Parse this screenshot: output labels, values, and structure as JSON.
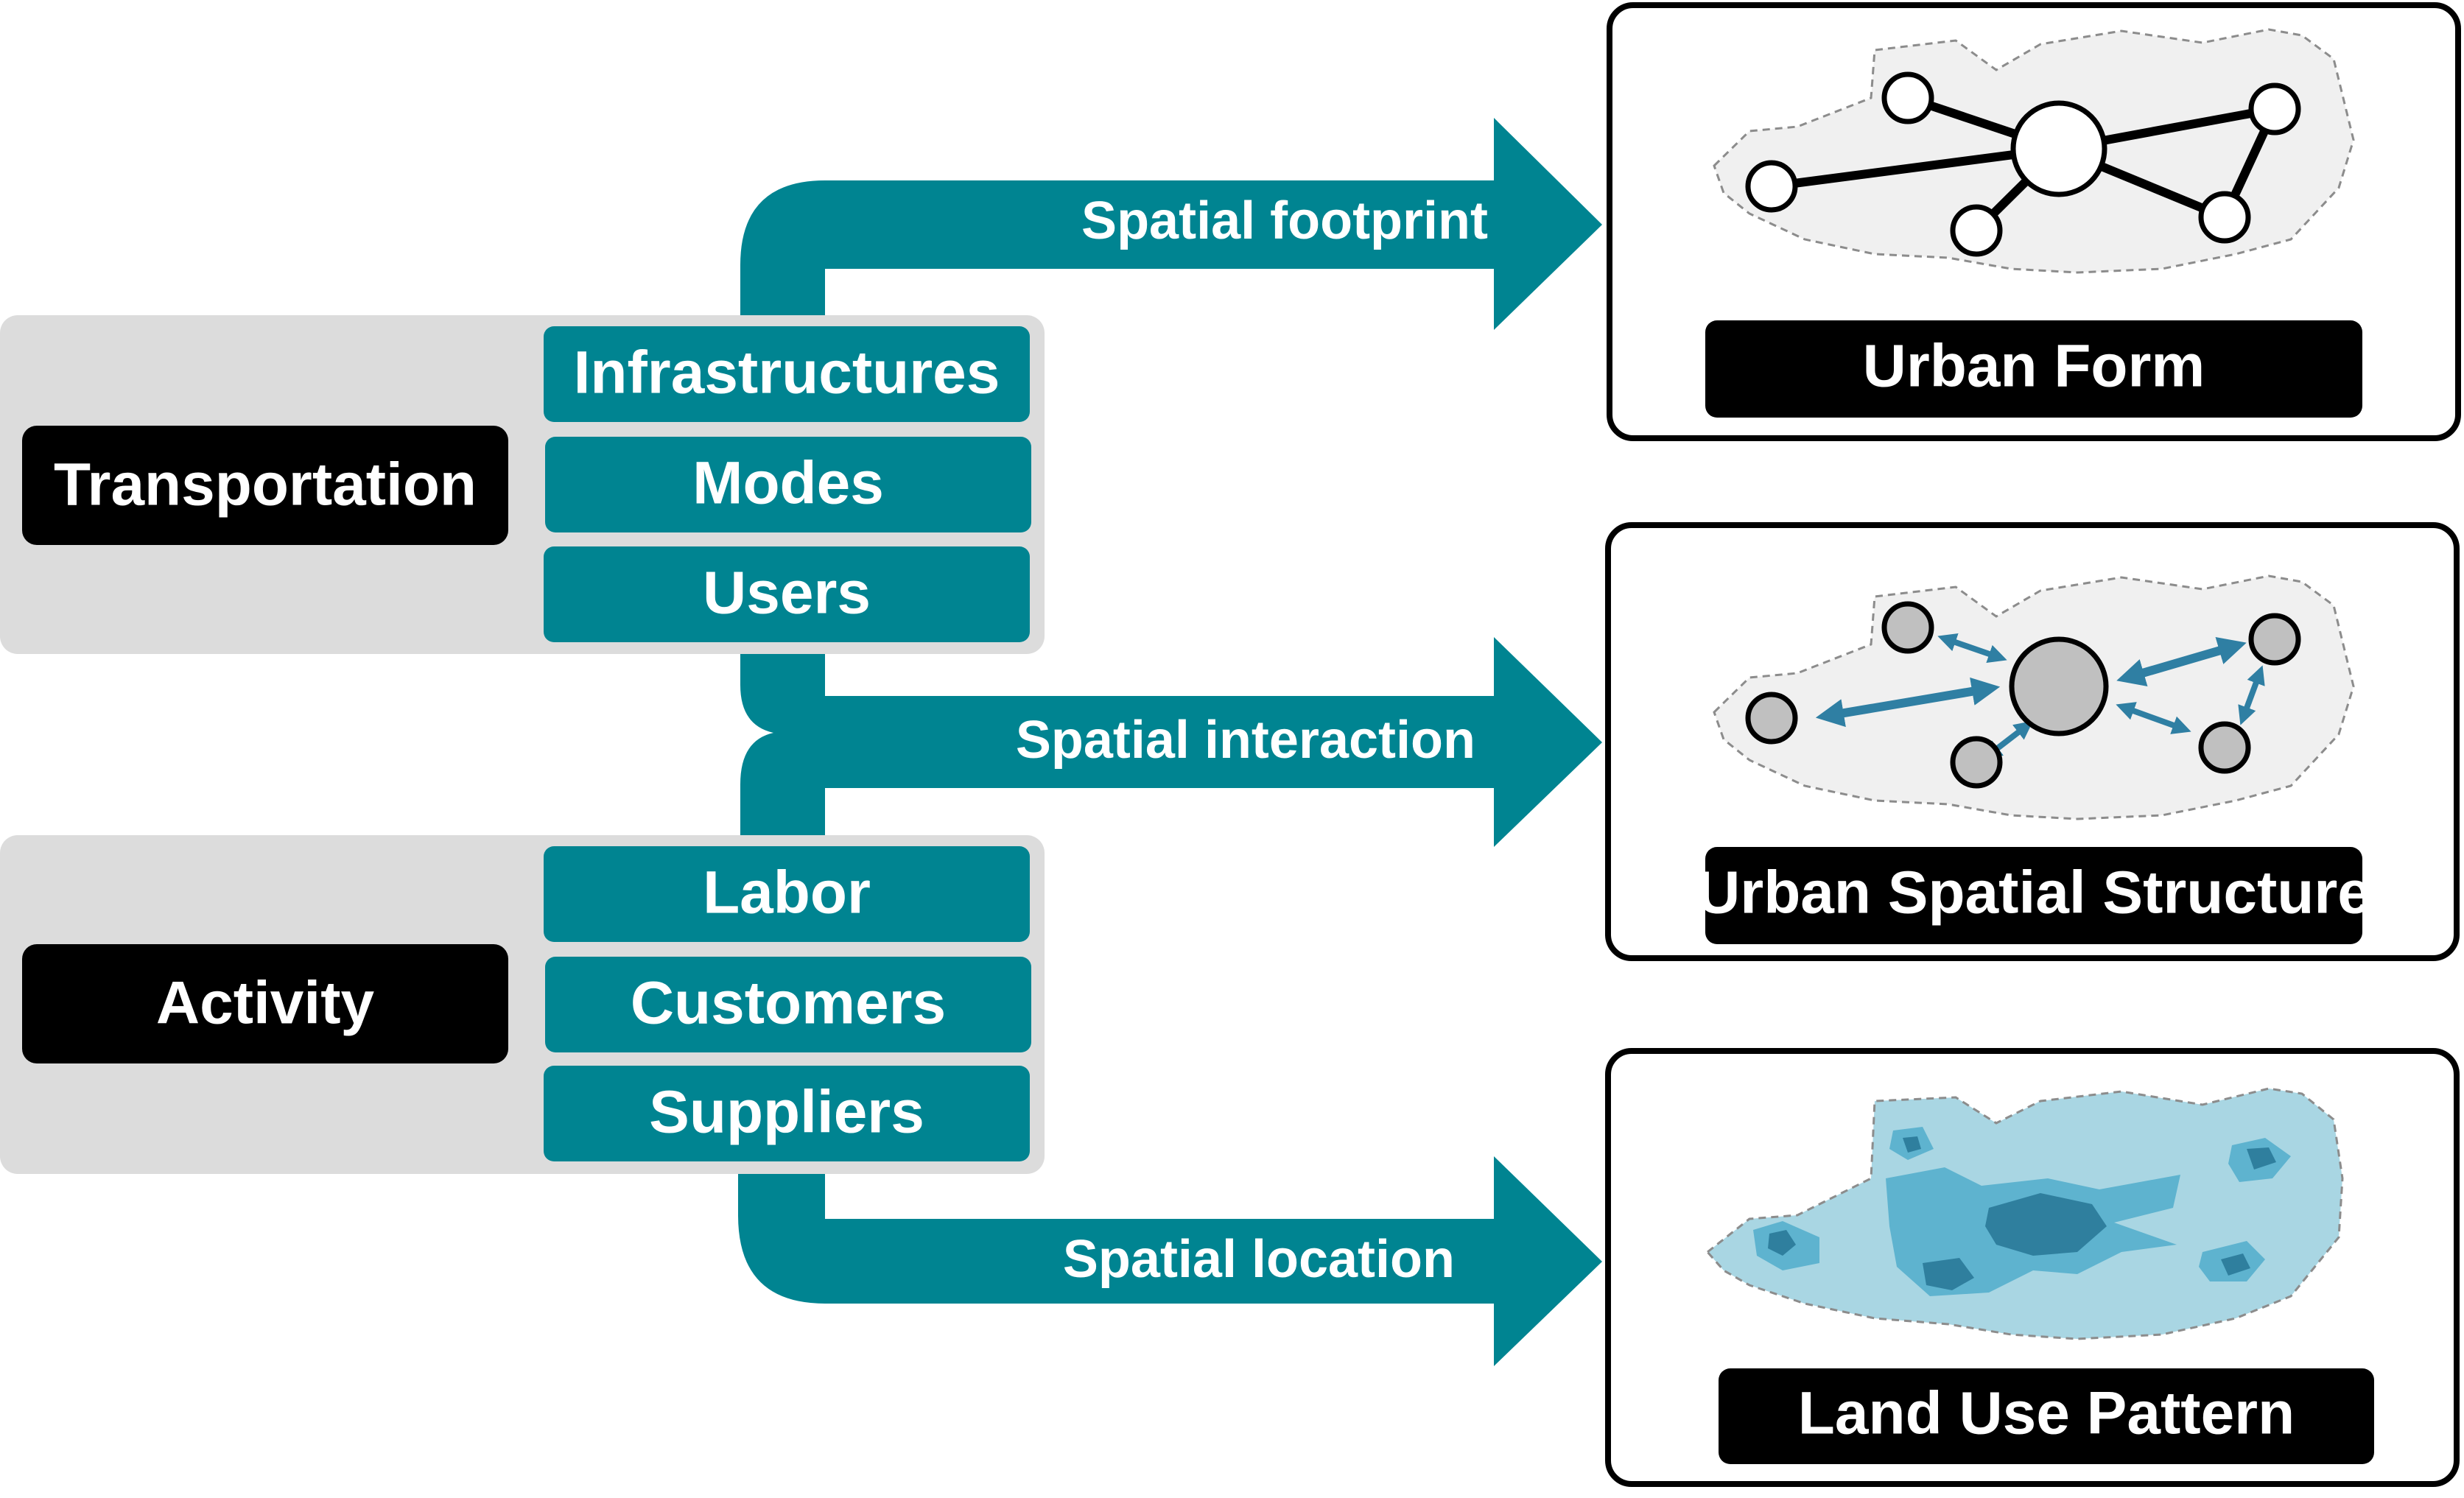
{
  "left_groups": {
    "transportation": {
      "label": "Transportation",
      "items": [
        "Infrastructures",
        "Modes",
        "Users"
      ]
    },
    "activity": {
      "label": "Activity",
      "items": [
        "Labor",
        "Customers",
        "Suppliers"
      ]
    }
  },
  "flows": {
    "footprint": "Spatial footprint",
    "interaction": "Spatial interaction",
    "location": "Spatial location"
  },
  "outcomes": {
    "urban_form": "Urban Form",
    "urban_spatial_structure": "Urban Spatial Structure",
    "land_use_pattern": "Land Use Pattern"
  },
  "colors": {
    "teal": "#008491",
    "group_bg": "#dcdcdc",
    "label_bg": "#000000",
    "node_gray": "#c0c0c0",
    "arrow_blue": "#2f7fa3",
    "region_gray": "#f0f0f0",
    "landuse_1": "#a9d6e3",
    "landuse_2": "#5eb3cf",
    "landuse_3": "#2f7f9e"
  }
}
